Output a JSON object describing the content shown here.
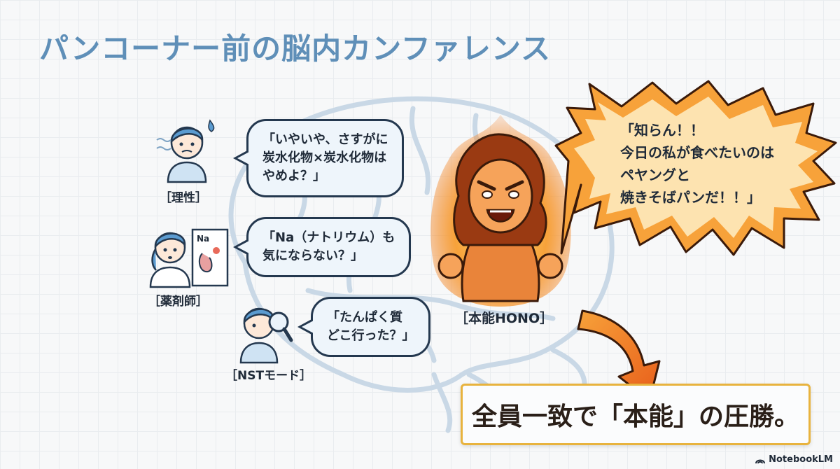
{
  "title": "パンコーナー前の脳内カンファレンス",
  "characters": [
    {
      "label": "［理性］",
      "speech": "「いやいや、さすがに\n炭水化物×炭水化物は\nやめよ？」"
    },
    {
      "label": "［薬剤師］",
      "speech": "「Na（ナトリウム）も\n気にならない？」",
      "chart_label": "Na"
    },
    {
      "label": "［NSTモード］",
      "speech": "「たんぱく質\nどこ行った？」"
    }
  ],
  "hono": {
    "label": "［本能HONO］",
    "speech": "「知らん！！\n今日の私が食べたいのは\nペヤングと\n焼きそばパンだ！！」"
  },
  "verdict": "全員一致で「本能」の圧勝。",
  "branding": {
    "name": "NotebookLM"
  },
  "colors": {
    "title": "#5f8fb8",
    "flame": "#f07a22",
    "verdict_border": "#e8b33e",
    "bubble_fill": "#eef5fb"
  }
}
